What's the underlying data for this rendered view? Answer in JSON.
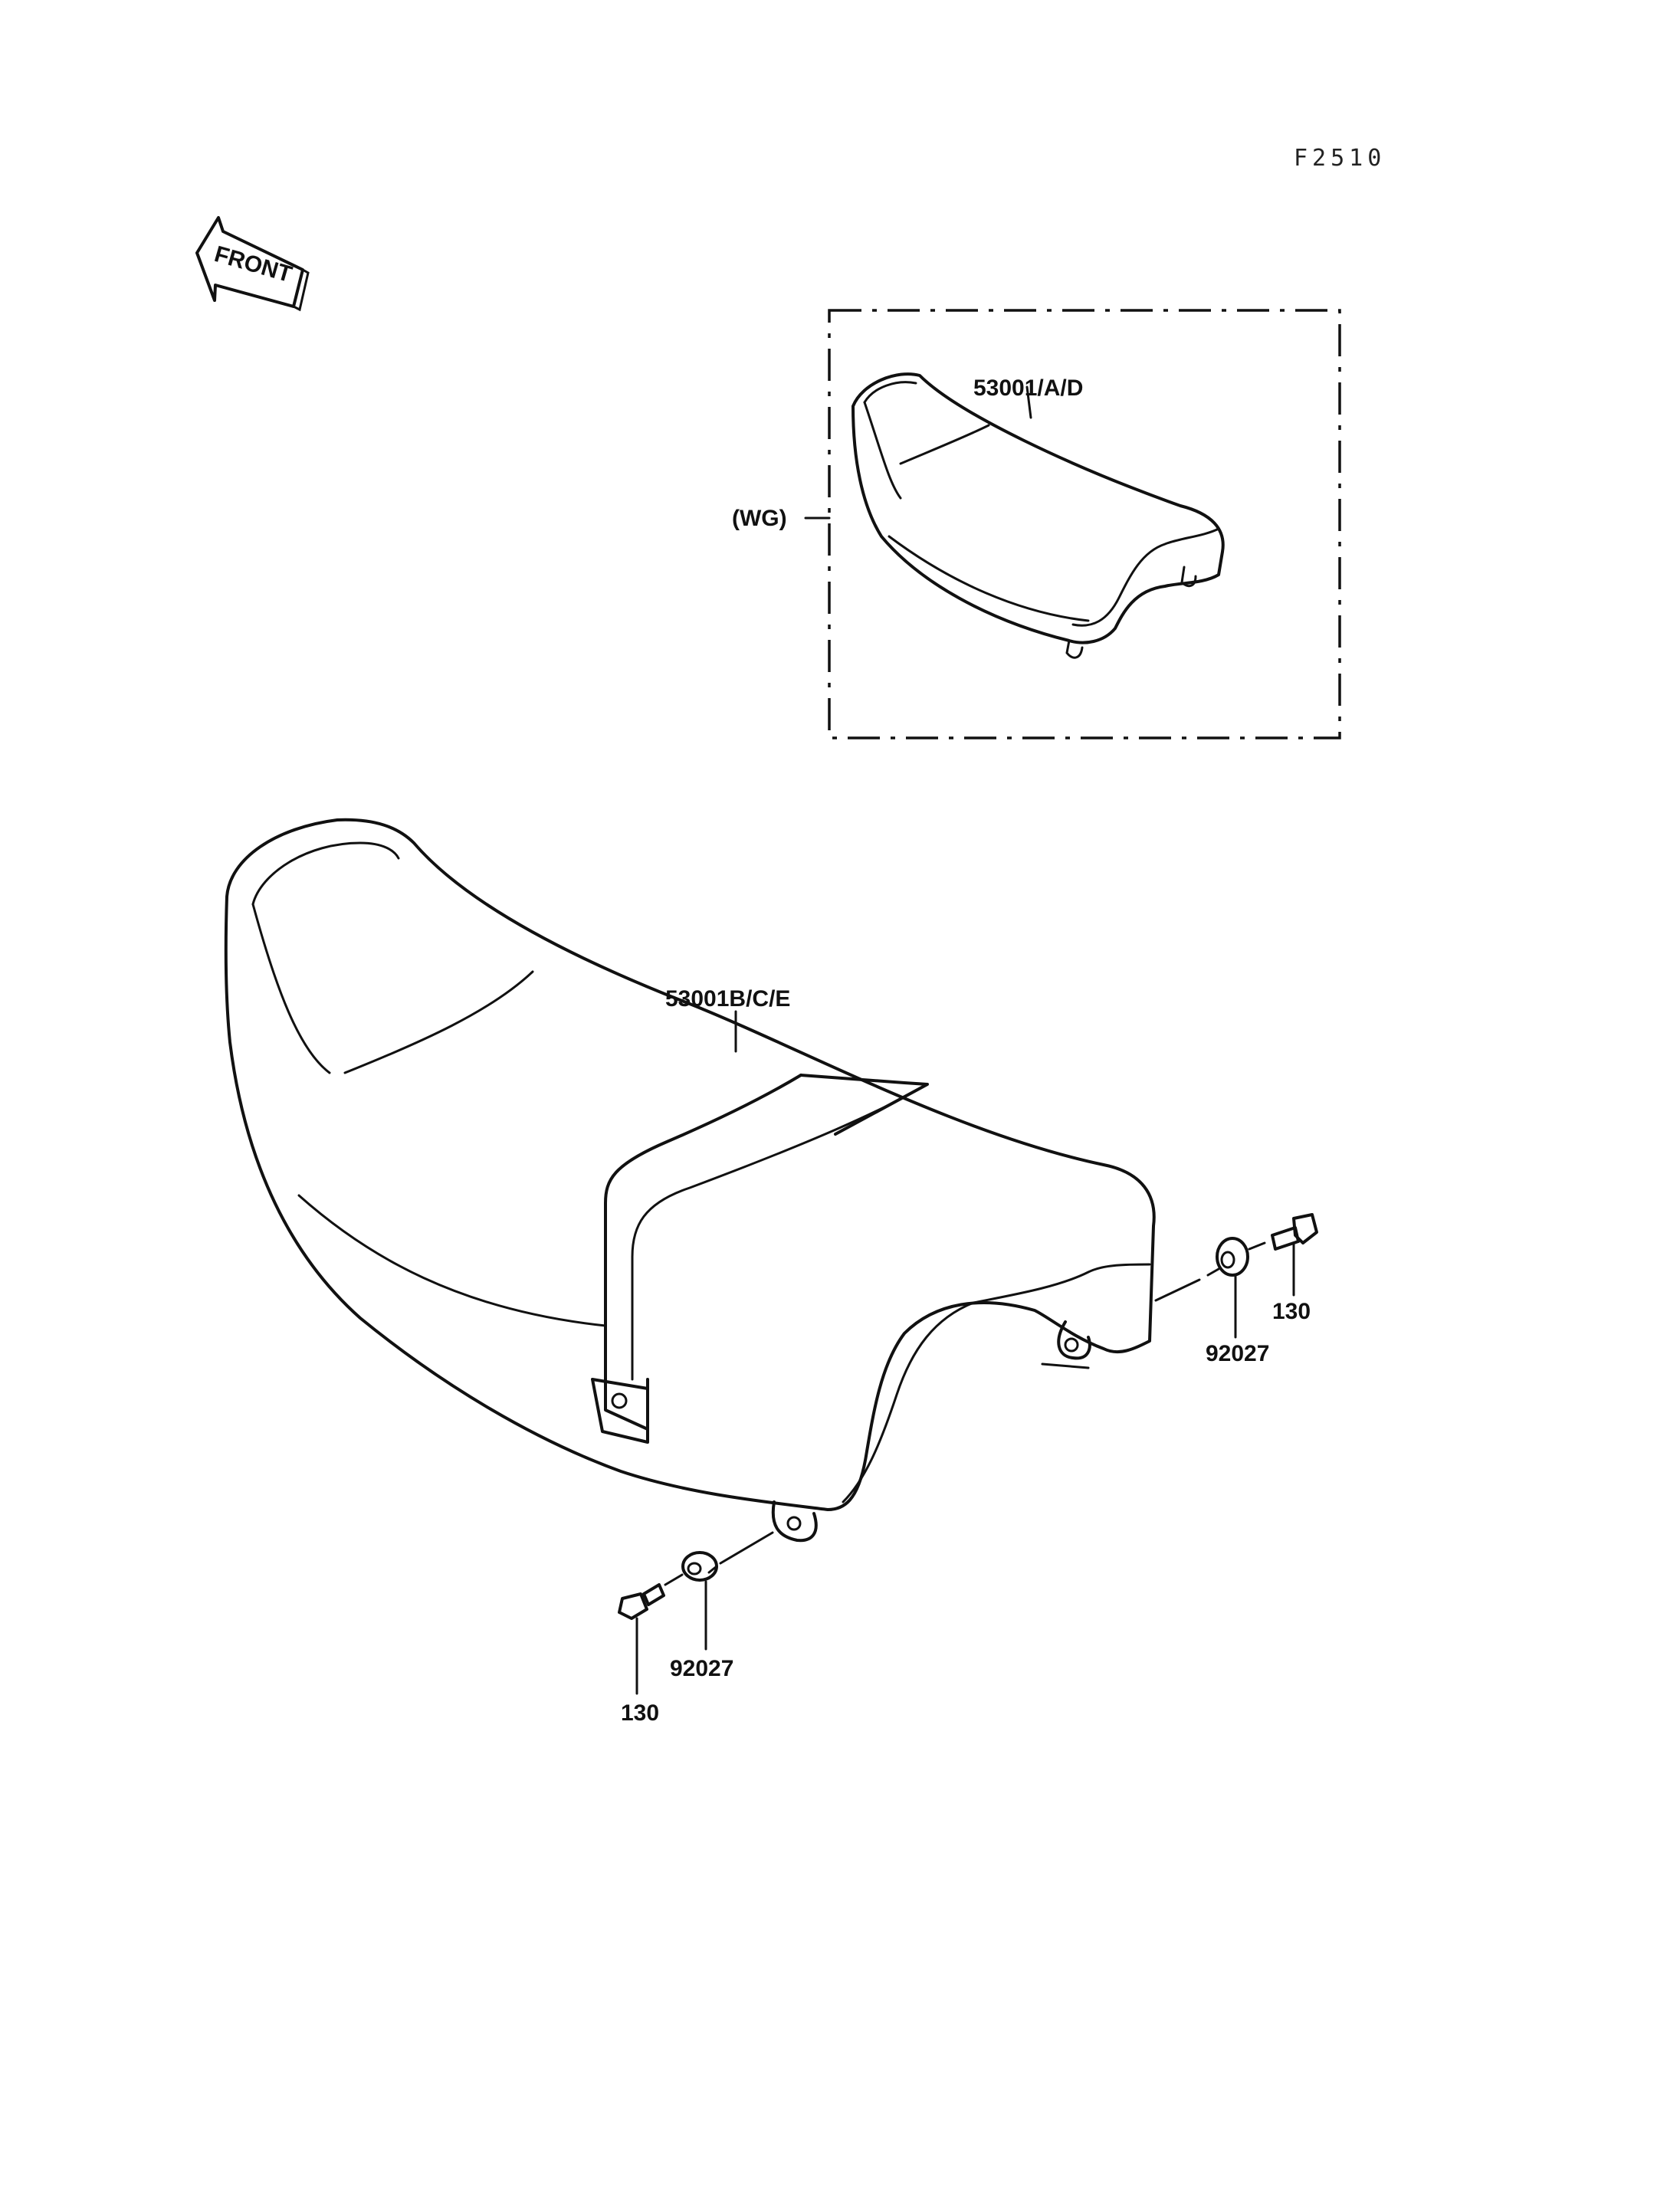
{
  "figure_code": "F2510",
  "front_arrow": {
    "label": "FRONT",
    "icon": "front-arrow-icon"
  },
  "inset": {
    "variant_label": "(WG)",
    "seat_part_number": "53001/A/D"
  },
  "main": {
    "seat_part_number": "53001B/C/E",
    "right_fasteners": {
      "washer": "92027",
      "bolt": "130"
    },
    "left_fasteners": {
      "washer": "92027",
      "bolt": "130"
    }
  }
}
